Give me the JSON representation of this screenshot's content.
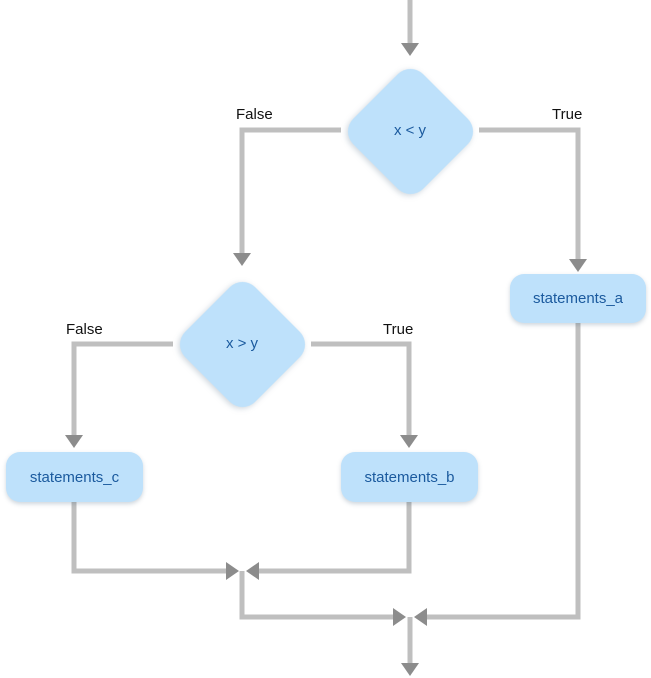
{
  "diagram_type": "flowchart",
  "colors": {
    "background": "#ffffff",
    "node_fill": "#bee1fb",
    "node_text": "#1b5a9e",
    "line": "#bfbfbf",
    "arrow": "#8c8c8c",
    "label_text": "#111111"
  },
  "nodes": {
    "decision1": {
      "type": "decision",
      "label": "x < y"
    },
    "decision2": {
      "type": "decision",
      "label": "x > y"
    },
    "statements_a": {
      "type": "process",
      "label": "statements_a"
    },
    "statements_b": {
      "type": "process",
      "label": "statements_b"
    },
    "statements_c": {
      "type": "process",
      "label": "statements_c"
    }
  },
  "edge_labels": {
    "decision1_false": "False",
    "decision1_true": "True",
    "decision2_false": "False",
    "decision2_true": "True"
  },
  "edges": [
    {
      "from": "start",
      "to": "x < y"
    },
    {
      "from": "x < y",
      "to": "x > y",
      "label": "False"
    },
    {
      "from": "x < y",
      "to": "statements_a",
      "label": "True"
    },
    {
      "from": "x > y",
      "to": "statements_c",
      "label": "False"
    },
    {
      "from": "x > y",
      "to": "statements_b",
      "label": "True"
    },
    {
      "from": "statements_c",
      "to": "merge1"
    },
    {
      "from": "statements_b",
      "to": "merge1"
    },
    {
      "from": "merge1",
      "to": "merge2"
    },
    {
      "from": "statements_a",
      "to": "merge2"
    },
    {
      "from": "merge2",
      "to": "end"
    }
  ]
}
